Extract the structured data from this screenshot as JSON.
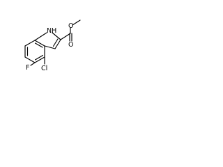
{
  "molecule": {
    "atoms": {
      "nh": "NH",
      "f": "F",
      "cl": "Cl",
      "o_carbonyl": "O",
      "o_ester": "O"
    }
  }
}
